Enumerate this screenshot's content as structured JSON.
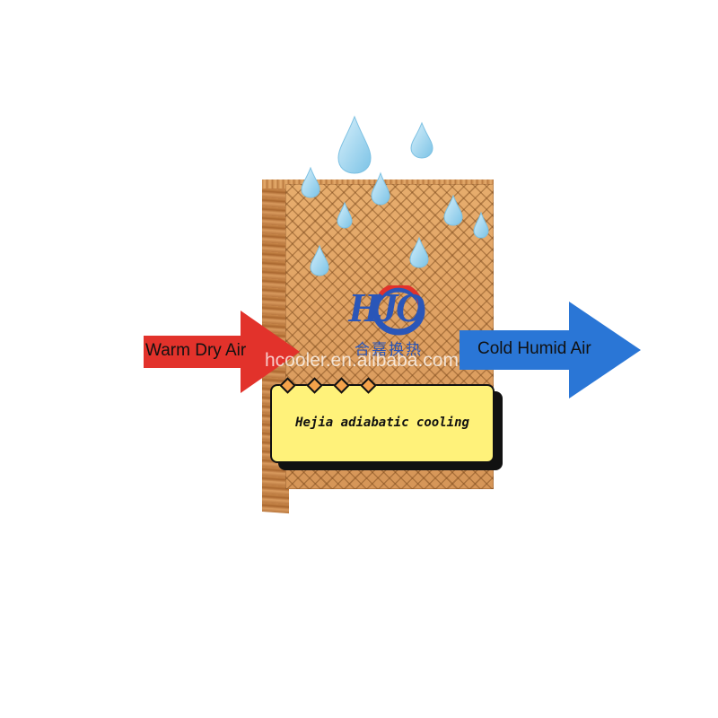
{
  "image": {
    "left_label": "Warm Dry Air",
    "right_label": "Cold Humid Air",
    "logo_letters": "HJO",
    "logo_chinese": "合嘉换热",
    "watermark": "hcooler.en.alibaba.com",
    "banner_text": "Hejia adiabatic cooling",
    "colors": {
      "left_arrow": "#e2322b",
      "right_arrow": "#2a76d6",
      "banner": "#fff27a",
      "logo": "#2a56b8",
      "pad": "#dea062",
      "droplet": "#9fd6ee"
    }
  }
}
